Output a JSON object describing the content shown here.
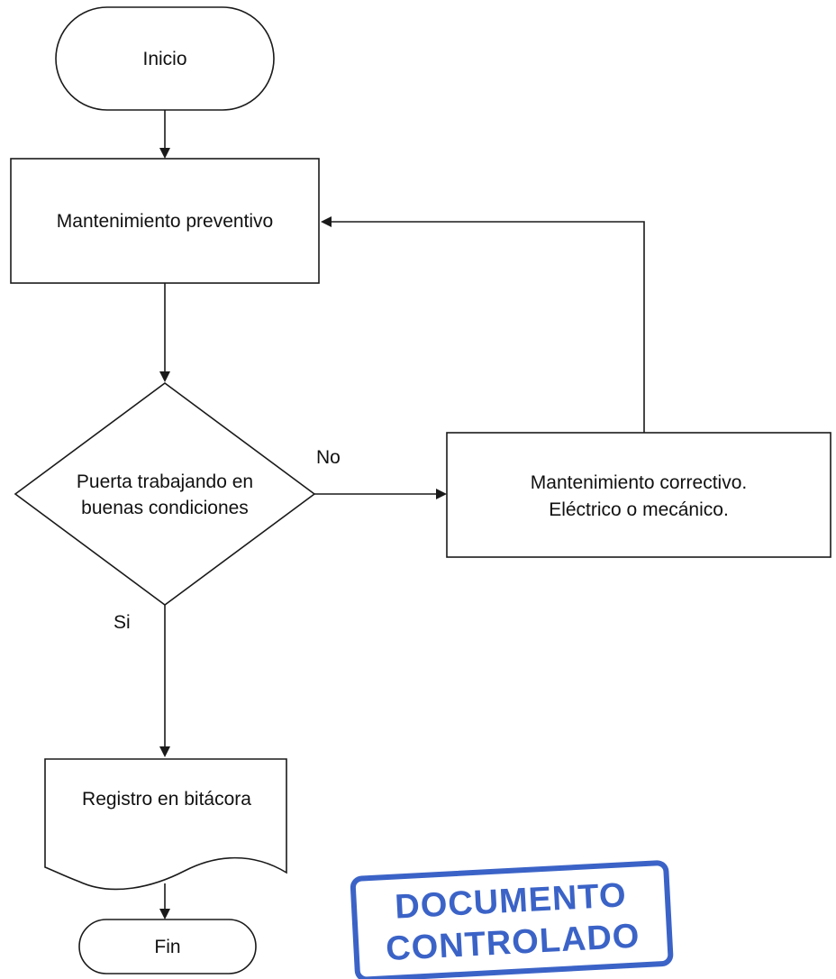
{
  "nodes": {
    "start": {
      "label": "Inicio"
    },
    "preventive": {
      "label": "Mantenimiento preventivo"
    },
    "decision": {
      "label_line1": "Puerta trabajando en",
      "label_line2": "buenas condiciones"
    },
    "corrective": {
      "label_line1": "Mantenimiento correctivo.",
      "label_line2": "Eléctrico o mecánico."
    },
    "log": {
      "label": "Registro en bitácora"
    },
    "end": {
      "label": "Fin"
    }
  },
  "edges": {
    "no_label": "No",
    "yes_label": "Si"
  },
  "stamp": {
    "line1": "DOCUMENTO",
    "line2": "CONTROLADO",
    "color": "#3b63c7"
  },
  "colors": {
    "stroke": "#1a1a1a",
    "background": "#ffffff"
  }
}
